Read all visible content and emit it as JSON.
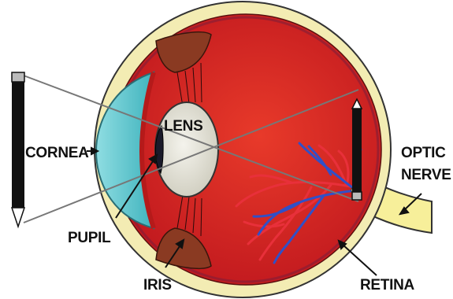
{
  "labels": {
    "cornea": "CORNEA",
    "lens": "LENS",
    "optic_nerve_line1": "OPTIC",
    "optic_nerve_line2": "NERVE",
    "pupil": "PUPIL",
    "iris": "IRIS",
    "retina": "RETINA"
  },
  "colors": {
    "sclera_outer": "#f3ecb3",
    "eyeball_red": "#d42020",
    "cornea_blue": "#5cc7cf",
    "lens_fill": "#ecebe2",
    "iris_brown": "#8a3a22",
    "blood_red": "#e8303a",
    "blood_blue": "#3050c8",
    "optic_nerve": "#f7ef9a",
    "pencil": "#111111"
  }
}
